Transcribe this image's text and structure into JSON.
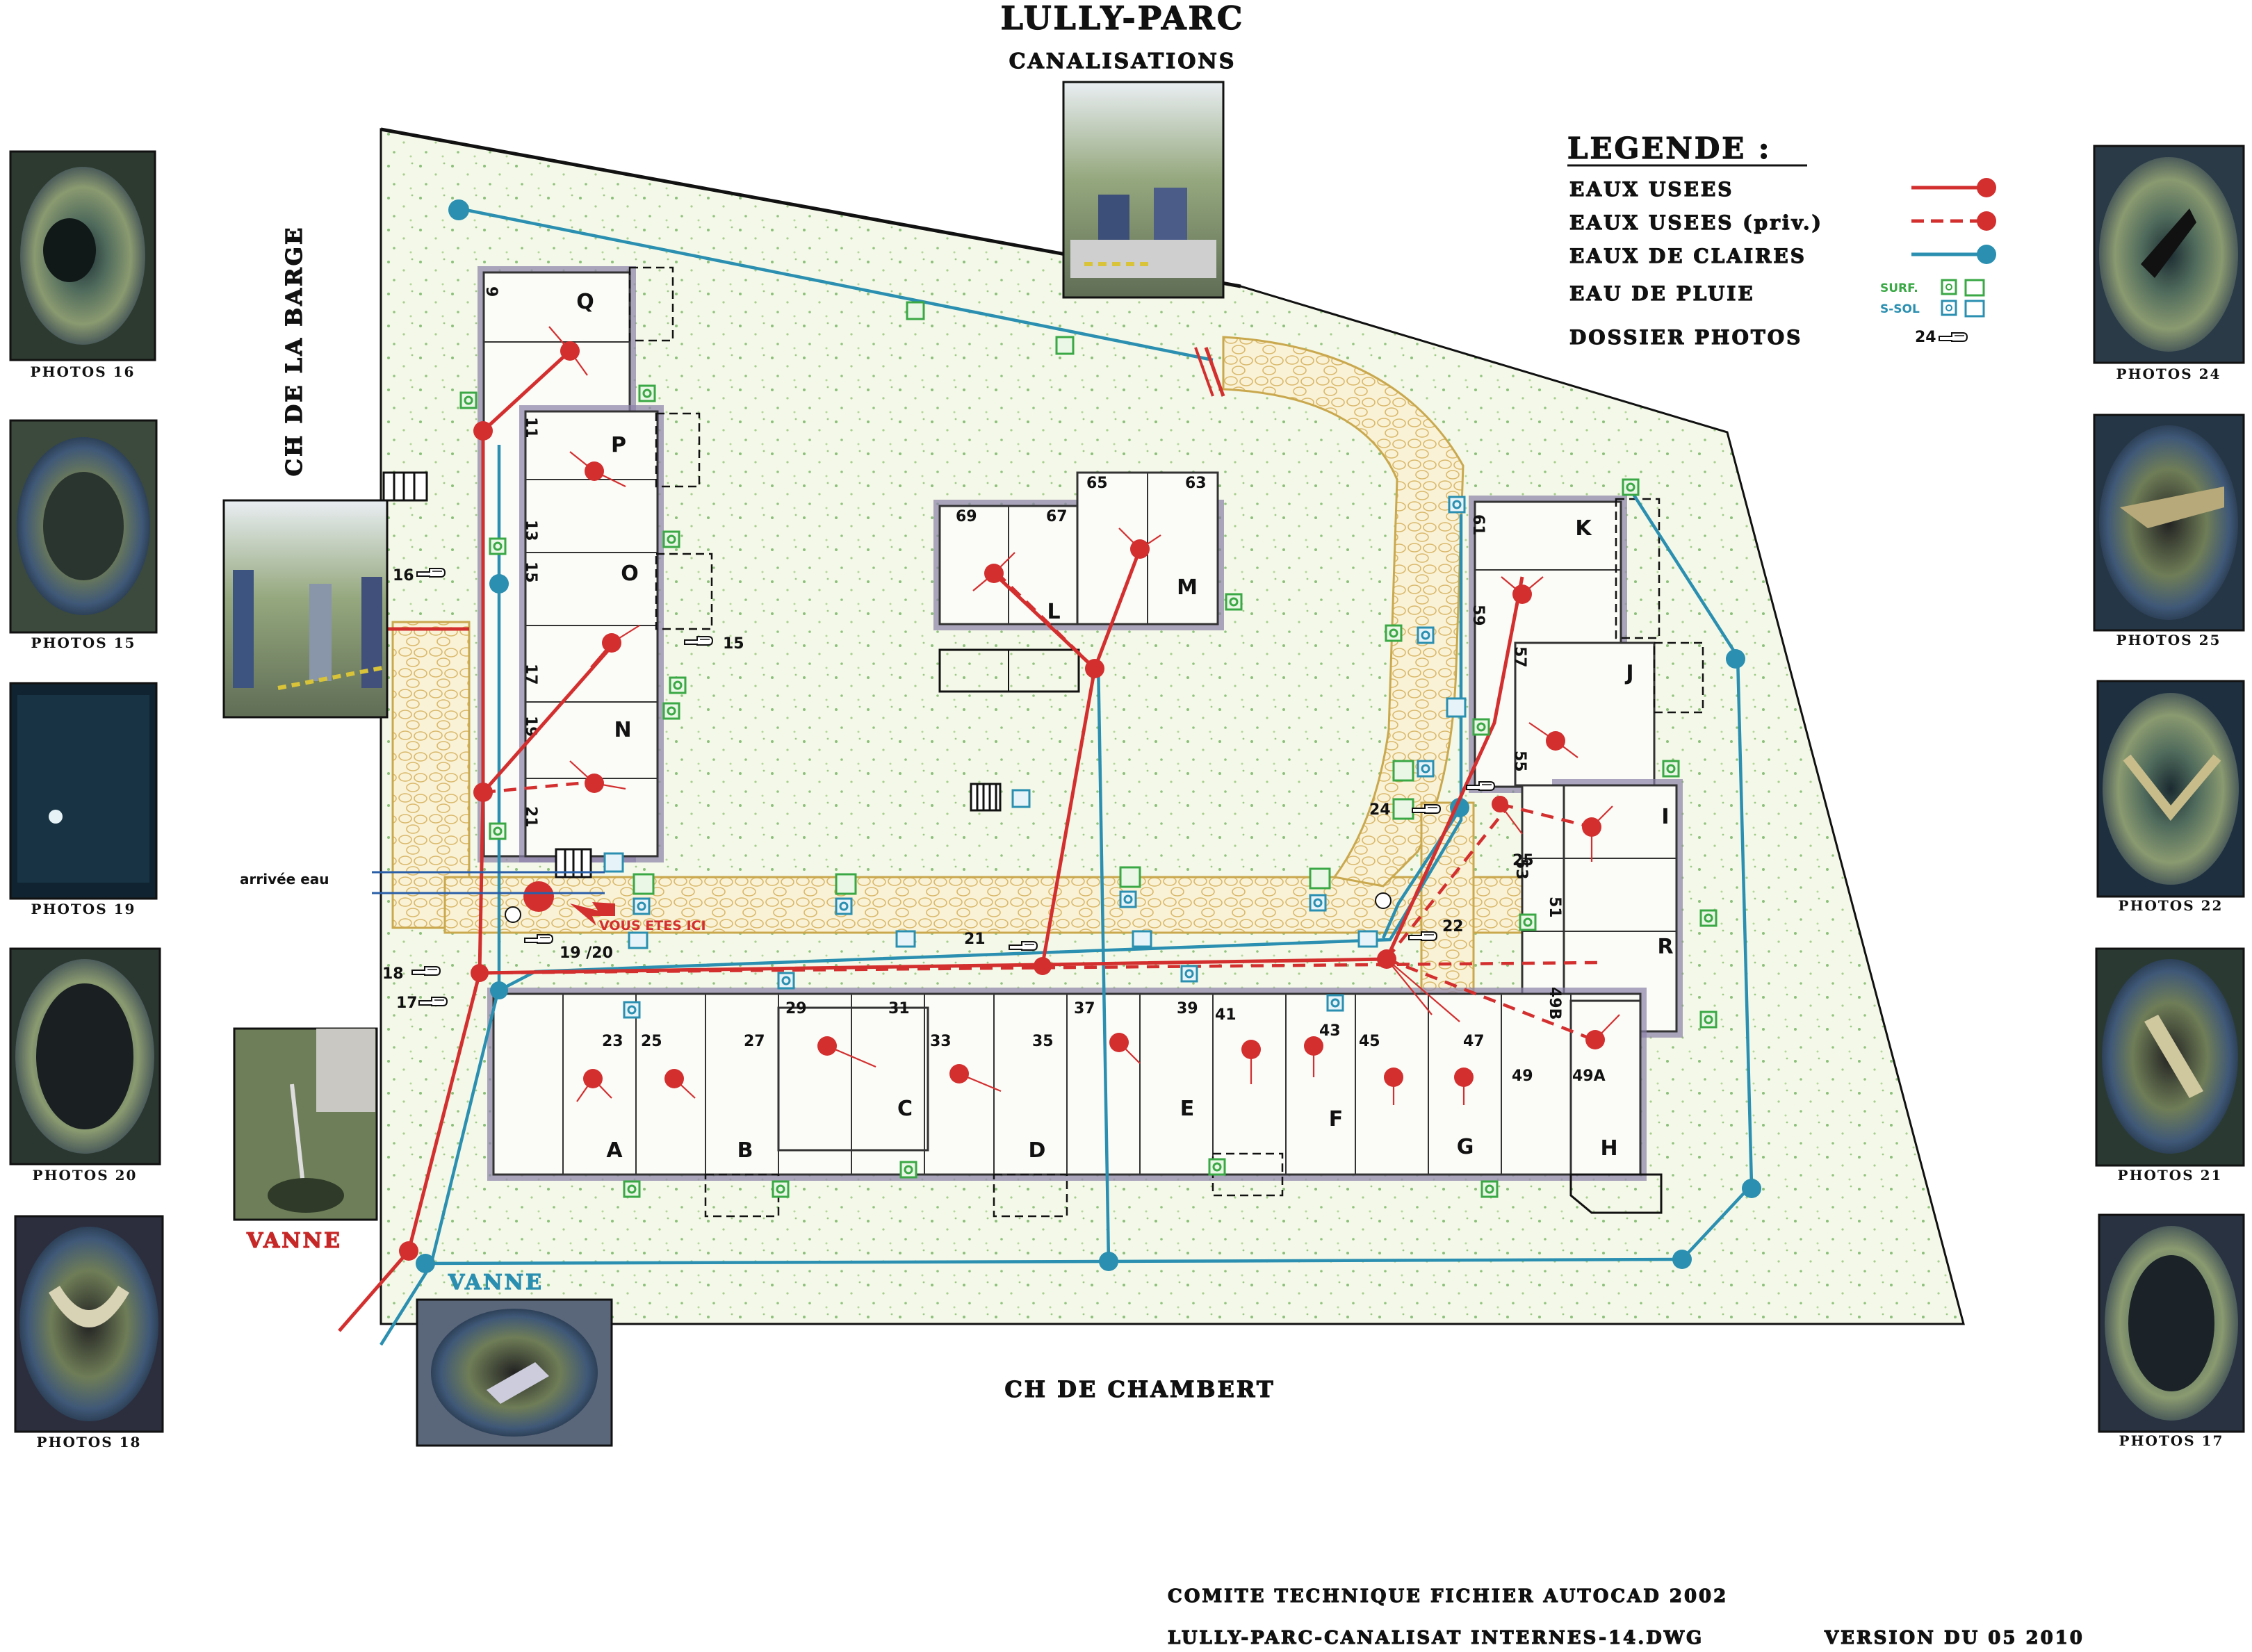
{
  "header": {
    "title": "LULLY-PARC",
    "subtitle": "CANALISATIONS"
  },
  "roads": {
    "west": "CH DE LA BARGE",
    "south": "CH DE CHAMBERT"
  },
  "legend": {
    "title": "LEGENDE :",
    "items": [
      {
        "label": "EAUX USEES",
        "color": "#d32f2f",
        "style": "solid"
      },
      {
        "label": "EAUX USEES (priv.)",
        "color": "#d32f2f",
        "style": "dashed"
      },
      {
        "label": "EAUX DE CLAIRES",
        "color": "#2a8fb0",
        "style": "solid"
      },
      {
        "label": "EAU DE PLUIE",
        "color": "#3aa845",
        "style": "symbol"
      },
      {
        "label": "DOSSIER PHOTOS",
        "color": "#111111",
        "style": "hand"
      }
    ],
    "surf_label": "SURF.",
    "ssol_label": "S-SOL",
    "photo_ref": "24"
  },
  "colors": {
    "eaux_usees": "#d32f2f",
    "eaux_claires": "#2a8fb0",
    "eau_pluie": "#3aa845",
    "paving": "#e8d08a",
    "lawn": "#f3f7e6"
  },
  "photos_left": [
    "PHOTOS 16",
    "PHOTOS 15",
    "PHOTOS 19",
    "PHOTOS 20",
    "PHOTOS 18"
  ],
  "photos_right": [
    "PHOTOS 24",
    "PHOTOS 25",
    "PHOTOS 22",
    "PHOTOS 21",
    "PHOTOS 17"
  ],
  "buildings": [
    "Q",
    "P",
    "O",
    "N",
    "L",
    "M",
    "K",
    "J",
    "I",
    "R",
    "A",
    "B",
    "C",
    "D",
    "E",
    "F",
    "G",
    "H"
  ],
  "unit_numbers": [
    "69",
    "67",
    "65",
    "63",
    "23",
    "25",
    "27",
    "29",
    "31",
    "33",
    "35",
    "37",
    "39",
    "41",
    "43",
    "45",
    "47",
    "49",
    "49A",
    "49B",
    "61",
    "59",
    "57",
    "55",
    "53",
    "51",
    "9",
    "11",
    "13",
    "15",
    "17",
    "19",
    "21"
  ],
  "photo_refs": [
    "16",
    "15",
    "18",
    "17",
    "19 /20",
    "21",
    "22",
    "24",
    "25"
  ],
  "annotations": {
    "water_inlet": "arrivée eau",
    "you_are_here": "VOUS ETES ICI",
    "valve_red": "VANNE",
    "valve_blue": "VANNE"
  },
  "footer": {
    "line1": "COMITE TECHNIQUE  FICHIER AUTOCAD 2002",
    "line2": "LULLY-PARC-CANALISAT INTERNES-14.DWG",
    "version": "VERSION DU 05 2010"
  }
}
